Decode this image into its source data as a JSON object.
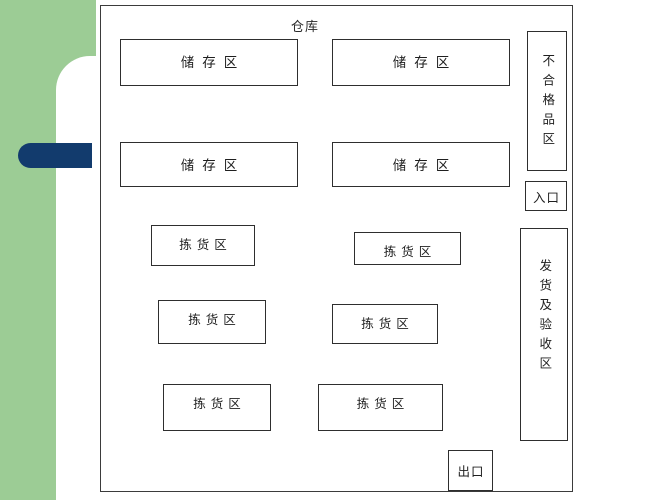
{
  "diagram": {
    "title": "仓库",
    "colors": {
      "panel_green": "#9ccc95",
      "accent_blue": "#123b6d",
      "box_border": "#2e2e2e",
      "outline": "#3b3b3b"
    },
    "storage_zones": [
      {
        "label": "储存区"
      },
      {
        "label": "储存区"
      },
      {
        "label": "储存区"
      },
      {
        "label": "储存区"
      }
    ],
    "picking_zones": [
      {
        "label": "拣货区"
      },
      {
        "label": "拣货区"
      },
      {
        "label": "拣货区"
      },
      {
        "label": "拣货区"
      },
      {
        "label": "拣货区"
      },
      {
        "label": "拣货区"
      }
    ],
    "side_zones": [
      {
        "label": "不合格品区"
      },
      {
        "label": "发货及验收区"
      }
    ],
    "doors": [
      {
        "label": "入口"
      },
      {
        "label": "出口"
      }
    ]
  }
}
